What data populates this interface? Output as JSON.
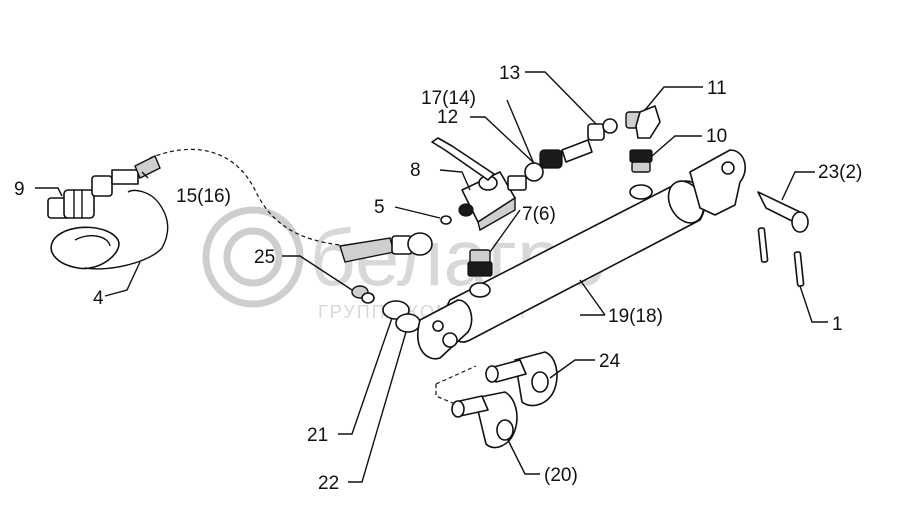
{
  "diagram": {
    "callouts": [
      {
        "id": "c1",
        "label": "1"
      },
      {
        "id": "c4",
        "label": "4"
      },
      {
        "id": "c5",
        "label": "5"
      },
      {
        "id": "c7",
        "label": "7(6)"
      },
      {
        "id": "c8",
        "label": "8"
      },
      {
        "id": "c9",
        "label": "9"
      },
      {
        "id": "c10",
        "label": "10"
      },
      {
        "id": "c11",
        "label": "11"
      },
      {
        "id": "c12",
        "label": "12"
      },
      {
        "id": "c13",
        "label": "13"
      },
      {
        "id": "c15",
        "label": "15(16)"
      },
      {
        "id": "c17",
        "label": "17(14)"
      },
      {
        "id": "c19",
        "label": "19(18)"
      },
      {
        "id": "c20",
        "label": "(20)"
      },
      {
        "id": "c21",
        "label": "21"
      },
      {
        "id": "c22",
        "label": "22"
      },
      {
        "id": "c23",
        "label": "23(2)"
      },
      {
        "id": "c24",
        "label": "24"
      },
      {
        "id": "c25",
        "label": "25"
      }
    ]
  },
  "watermark": {
    "brand": "белагро",
    "tagline": "ГРУППА КОМПАНИЙ"
  }
}
